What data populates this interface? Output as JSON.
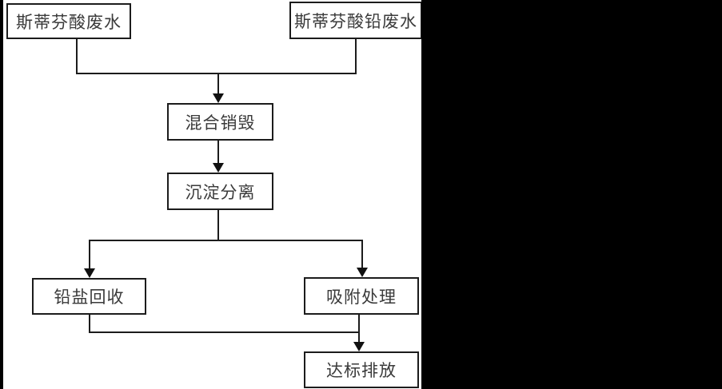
{
  "diagram": {
    "title_hint": "wastewater-treatment-flowchart",
    "colors": {
      "background": "#ffffff",
      "line": "#1c1c1c",
      "text": "#3a3a3a",
      "mask": "#000000"
    },
    "nodes": {
      "source_left": {
        "label": "斯蒂芬酸废水"
      },
      "source_right": {
        "label": "斯蒂芬酸铅废水"
      },
      "mix_destroy": {
        "label": "混合销毁"
      },
      "precipitate_separate": {
        "label": "沉淀分离"
      },
      "lead_salt_recovery": {
        "label": "铅盐回收"
      },
      "adsorption_treatment": {
        "label": "吸附处理"
      },
      "discharge": {
        "label": "达标排放"
      }
    },
    "edges": [
      {
        "from": "source_left",
        "to": "mix_destroy"
      },
      {
        "from": "source_right",
        "to": "mix_destroy"
      },
      {
        "from": "mix_destroy",
        "to": "precipitate_separate"
      },
      {
        "from": "precipitate_separate",
        "to": "lead_salt_recovery"
      },
      {
        "from": "precipitate_separate",
        "to": "adsorption_treatment"
      },
      {
        "from": "lead_salt_recovery",
        "to": "discharge"
      },
      {
        "from": "adsorption_treatment",
        "to": "discharge"
      }
    ]
  }
}
